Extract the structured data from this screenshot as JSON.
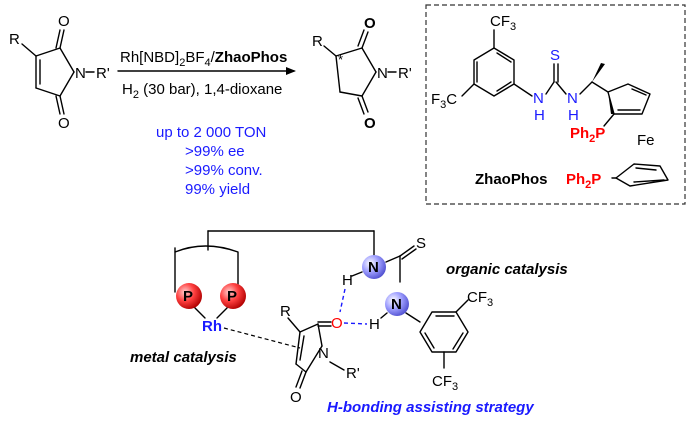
{
  "reaction": {
    "conditions_line1_prefix": "Rh[NBD]",
    "conditions_line1_sub": "2",
    "conditions_line1_mid": "BF",
    "conditions_line1_sub2": "4",
    "conditions_line1_sep": "/",
    "conditions_ligand": "ZhaoPhos",
    "conditions_line2_a": "H",
    "conditions_line2_sub": "2",
    "conditions_line2_b": " (30 bar), 1,4-dioxane",
    "results": [
      "up to 2 000 TON",
      ">99%  ee",
      ">99%  conv.",
      "99%  yield"
    ],
    "colors": {
      "results": "#1a1aff",
      "arrow": "#000000"
    }
  },
  "substrate": {
    "R": "R",
    "O_top": "O",
    "O_bottom": "O",
    "N": "N",
    "R_prime": "R'"
  },
  "product": {
    "R": "R",
    "stereo": "*",
    "O_top": "O",
    "O_bottom": "O",
    "N": "N",
    "R_prime": "R'"
  },
  "ligand_box": {
    "name": "ZhaoPhos",
    "cf3_a": "CF",
    "cf3_a_sub": "3",
    "cf3_b_prefix": "F",
    "cf3_b_sub": "3",
    "cf3_b_suffix": "C",
    "S": "S",
    "N1": "N",
    "H1": "H",
    "N2": "N",
    "H2": "H",
    "Fe": "Fe",
    "PPh2_top": "Ph",
    "PPh2_top_sub": "2",
    "PPh2_top_P": "P",
    "PPh2_bottom": "Ph",
    "PPh2_bottom_sub": "2",
    "PPh2_bottom_P": "P",
    "colors": {
      "thiourea": "#1a1aff",
      "phosphine": "#ff0000",
      "border": "#333333"
    }
  },
  "mechanism": {
    "organic_label": "organic catalysis",
    "metal_label": "metal catalysis",
    "strategy_label": "H-bonding assisting strategy",
    "atoms": {
      "P_left": "P",
      "P_right": "P",
      "Rh": "Rh",
      "N_top": "N",
      "H_top": "H",
      "S": "S",
      "N_mid": "N",
      "H_mid": "H",
      "O": "O",
      "R": "R",
      "N_ring": "N",
      "R_prime": "R'",
      "O_ring": "O",
      "cf3_top": "CF",
      "cf3_top_sub": "3",
      "cf3_bot": "CF",
      "cf3_bot_sub": "3"
    },
    "colors": {
      "P_sphere": "#ff4040",
      "N_sphere": "#8f8fff",
      "Rh": "#1a1aff",
      "O": "#ff0000",
      "strategy": "#1a1aff"
    }
  }
}
